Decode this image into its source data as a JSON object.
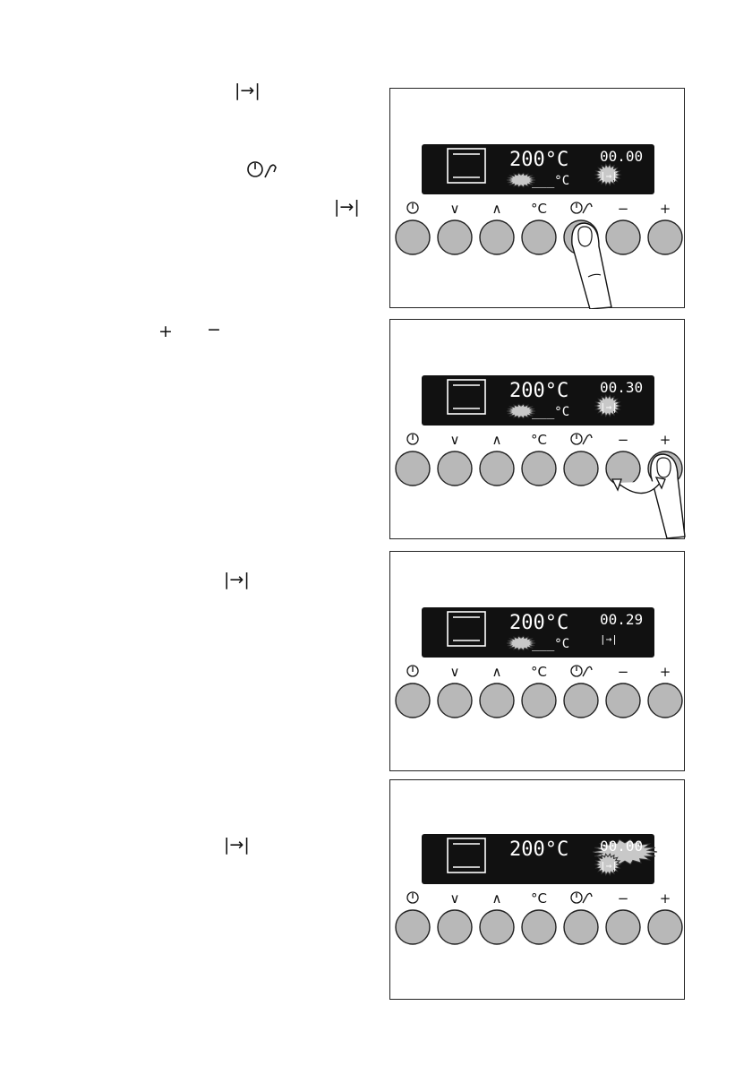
{
  "left_symbols": {
    "s1_duration": "|→|",
    "s1_clock_probe": "clock-probe-icon",
    "s1_duration_b": "|→|",
    "s2_plus": "+",
    "s2_minus": "−",
    "s3_duration": "|→|",
    "s4_duration": "|→|"
  },
  "button_labels": [
    "clock-power-icon",
    "∨",
    "∧",
    "°C",
    "clock-probe-icon",
    "−",
    "+"
  ],
  "panels": [
    {
      "temp": "200°C",
      "probe_temp": "___°C",
      "timer": "00.00",
      "duration_indicator": "|→|",
      "timer_flash": false,
      "duration_flash": true,
      "gesture": "press-button-5"
    },
    {
      "temp": "200°C",
      "probe_temp": "___°C",
      "timer": "00.30",
      "duration_indicator": "|→|",
      "timer_flash": false,
      "duration_flash": true,
      "gesture": "rotate-between-minus-plus"
    },
    {
      "temp": "200°C",
      "probe_temp": "___°C",
      "timer": "00.29",
      "duration_indicator": "|→|",
      "timer_flash": false,
      "duration_flash": false,
      "gesture": "none"
    },
    {
      "temp": "200°C",
      "probe_temp": "",
      "timer": "00.00",
      "duration_indicator": "|→|",
      "timer_flash": true,
      "duration_flash": true,
      "gesture": "none"
    }
  ],
  "colors": {
    "display": "#111111",
    "button": "#b8b8b8",
    "button_stroke": "#222222",
    "flash": "#c8c8c8"
  }
}
